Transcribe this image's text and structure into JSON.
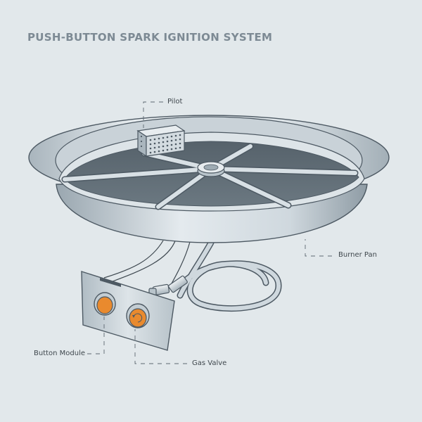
{
  "title": "PUSH-BUTTON SPARK IGNITION SYSTEM",
  "labels": {
    "pilot": "Pilot",
    "burner_pan": "Burner Pan",
    "button_module": "Button Module",
    "gas_valve": "Gas Valve"
  },
  "colors": {
    "background": "#e2e8eb",
    "outline": "#4d5963",
    "metal_light": "#eef2f4",
    "metal_mid": "#b9c4cb",
    "pan_floor": "#5f6c75",
    "button_orange": "#e98a2e",
    "title": "#7d8a94"
  }
}
